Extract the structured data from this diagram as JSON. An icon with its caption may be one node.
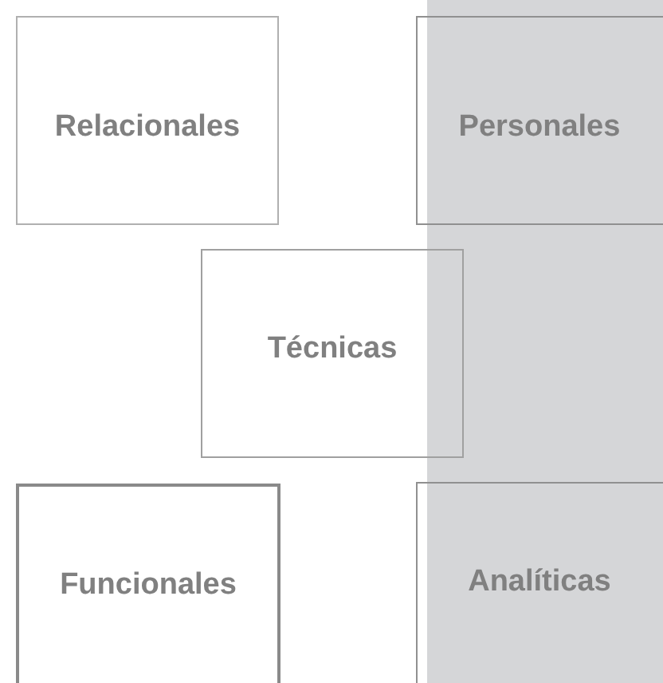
{
  "diagram": {
    "nodes": [
      {
        "text": [
          "Relacionales"
        ]
      },
      {
        "text": [
          "Personales"
        ]
      },
      {
        "text": [
          "Técnicas"
        ]
      },
      {
        "text": [
          "Funcionales"
        ]
      },
      {
        "text": [
          "Analíticas"
        ]
      }
    ]
  }
}
